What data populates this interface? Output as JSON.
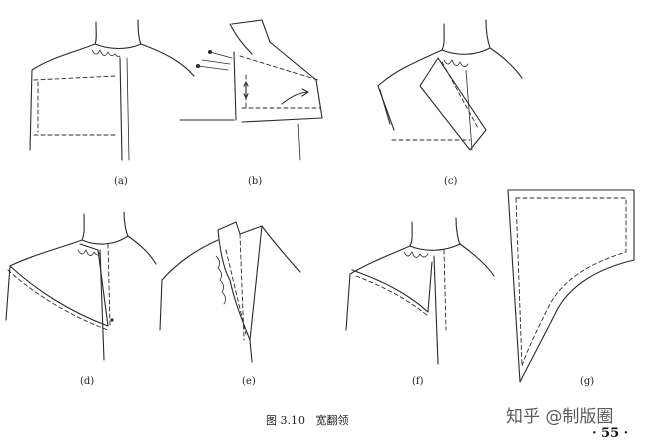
{
  "figure": {
    "panel_labels": {
      "a": "(a)",
      "b": "(b)",
      "c": "(c)",
      "d": "(d)",
      "e": "(e)",
      "f": "(f)",
      "g": "(g)"
    },
    "caption": "图 3.10   宽翻领"
  },
  "watermark": "知乎 @制版圈",
  "page_number": "· 55 ·"
}
